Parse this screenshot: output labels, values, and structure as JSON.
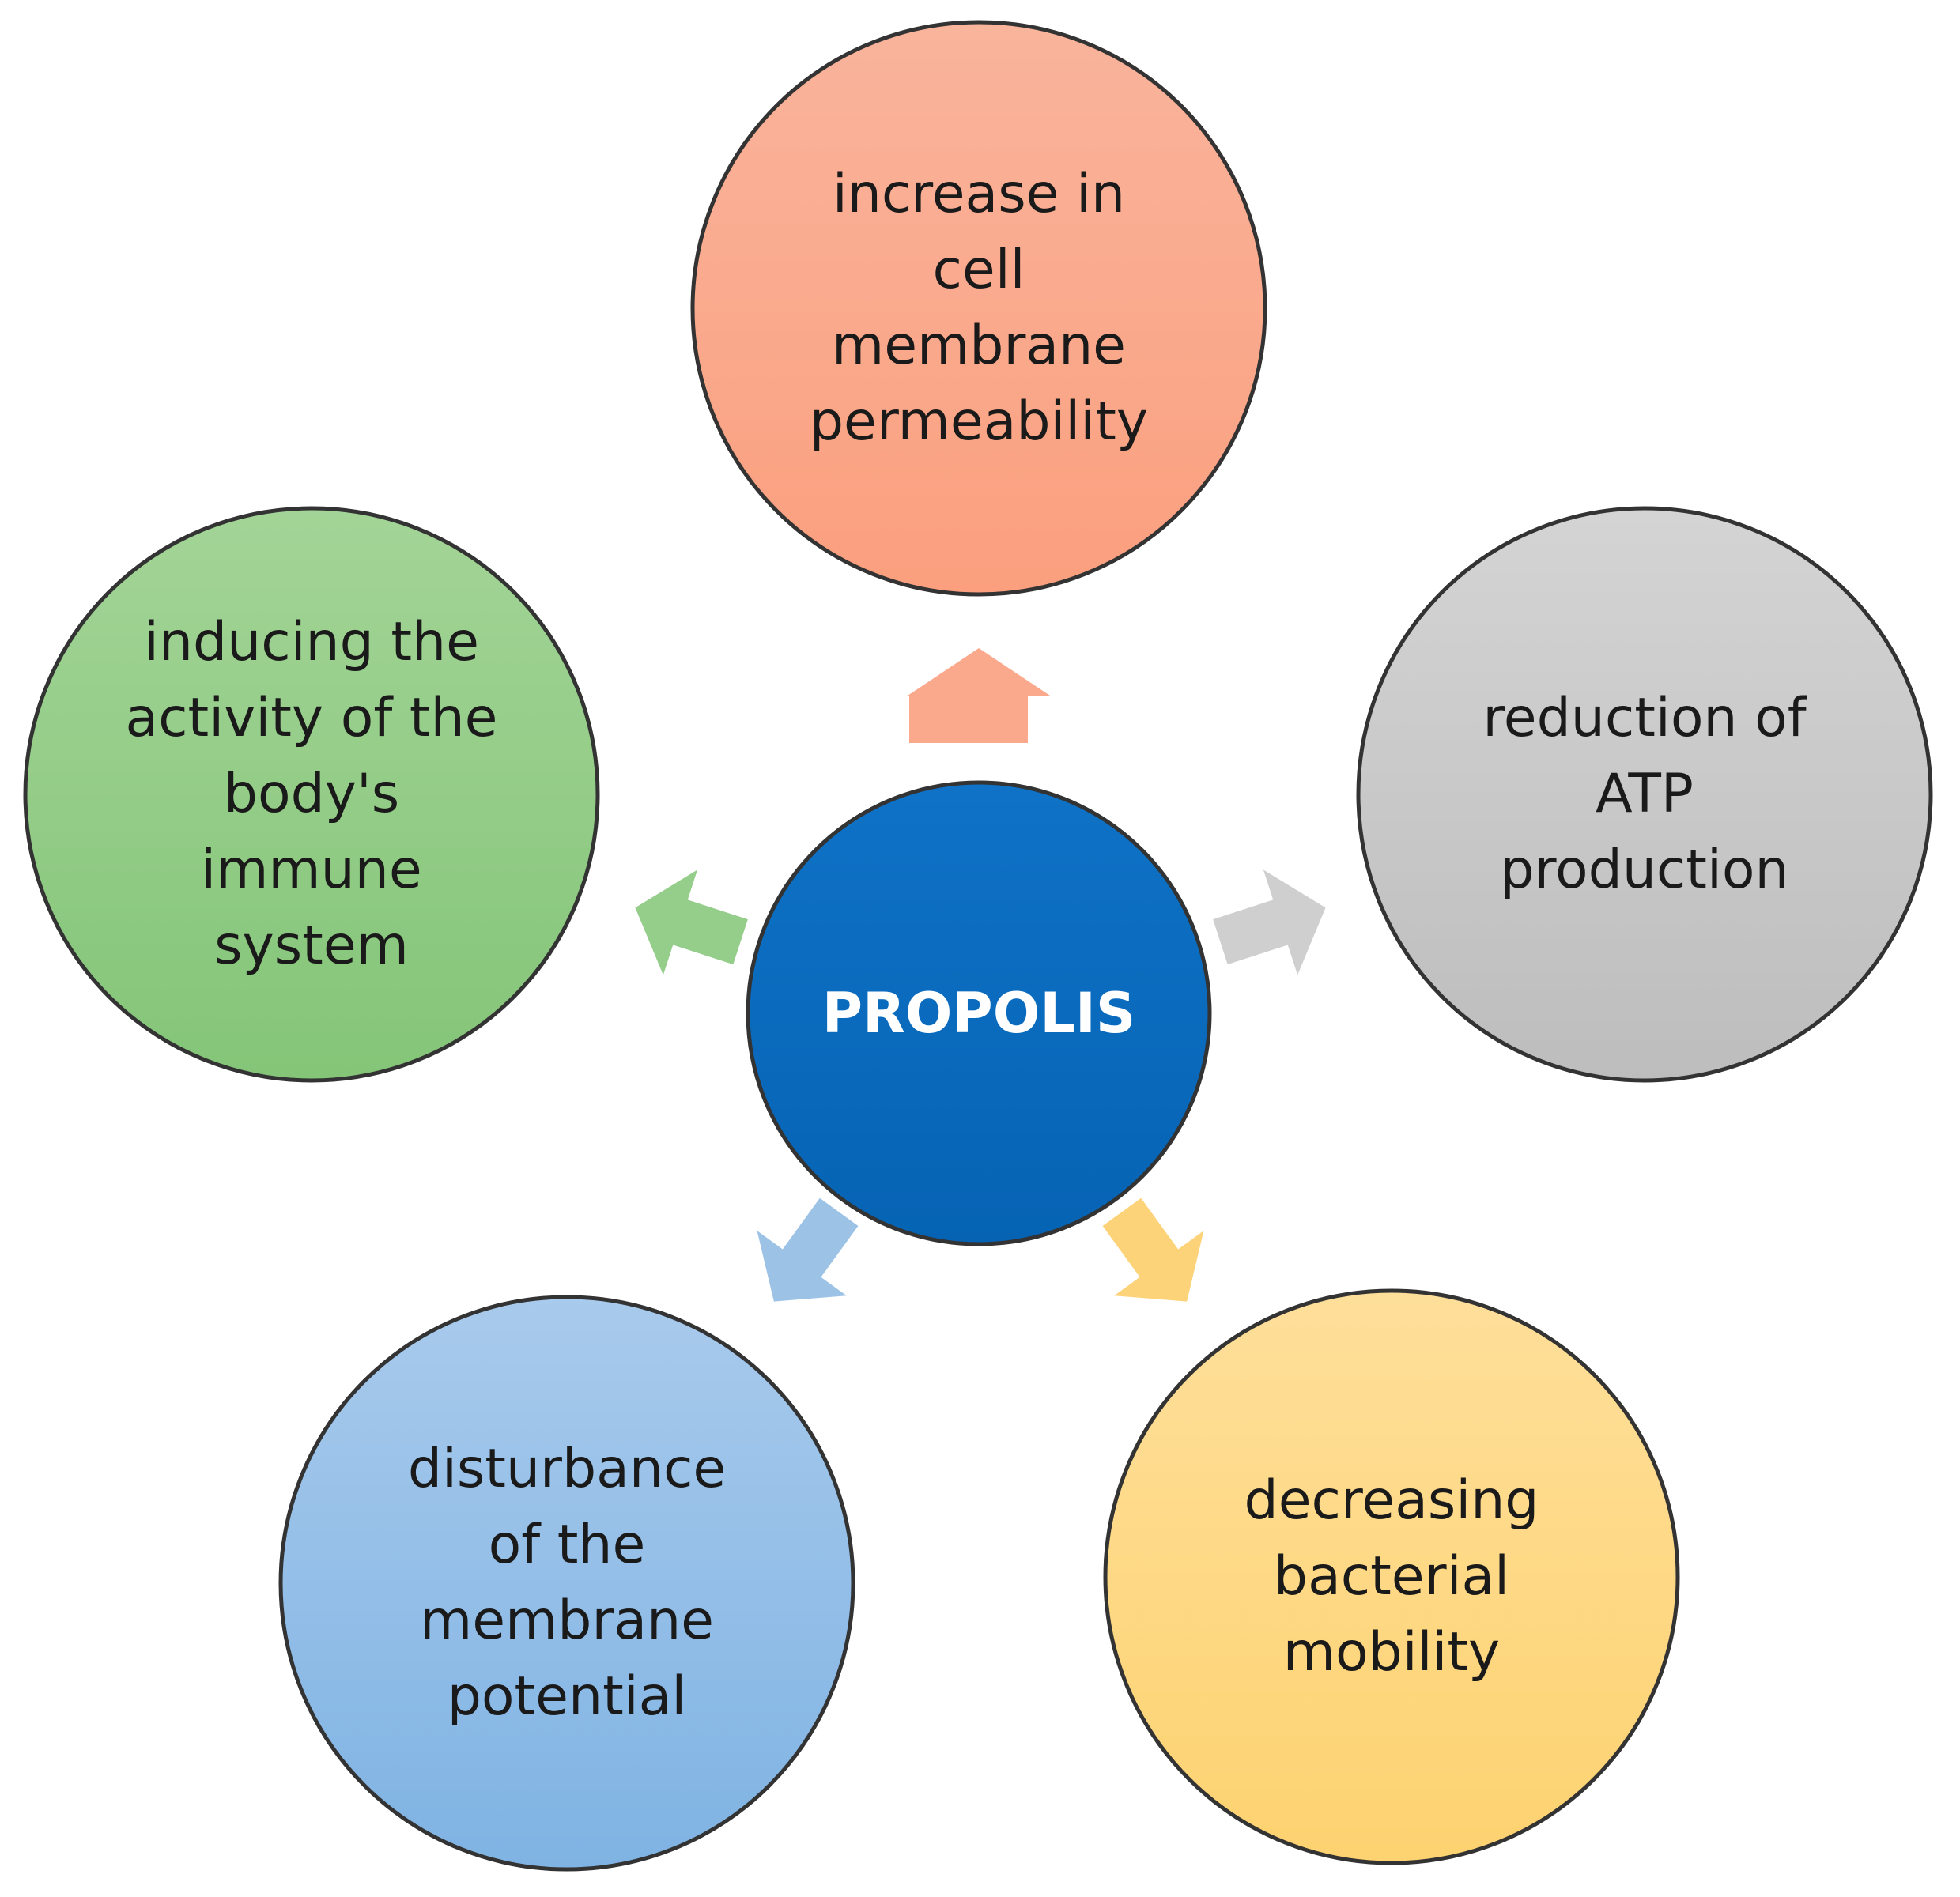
{
  "diagram": {
    "center": {
      "label": "PROPOLIS",
      "color": "#0a6cc0"
    },
    "nodes": [
      {
        "id": "top",
        "label": "increase in\ncell\nmembrane\npermeability",
        "color": "#fba98c",
        "arrow_color": "#fba98c"
      },
      {
        "id": "right",
        "label": "reduction of\nATP\nproduction",
        "color": "#c9c9c9",
        "arrow_color": "#cfcfcf"
      },
      {
        "id": "bottom-right",
        "label": "decreasing\nbacterial\nmobility",
        "color": "#fed98a",
        "arrow_color": "#fdd37a"
      },
      {
        "id": "bottom-left",
        "label": "disturbance\nof the\nmembrane\npotential",
        "color": "#9cc2e6",
        "arrow_color": "#9cc2e6"
      },
      {
        "id": "left",
        "label": "inducing the\nactivity of the\nbody's\nimmune\nsystem",
        "color": "#95cd8a",
        "arrow_color": "#95cd8a"
      }
    ]
  }
}
